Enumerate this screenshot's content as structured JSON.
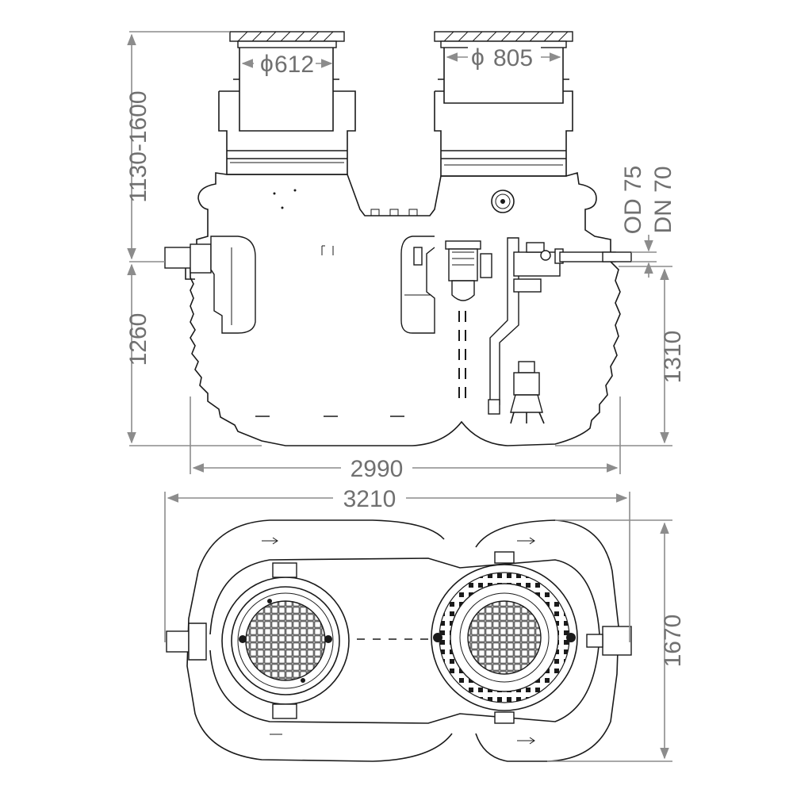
{
  "dimensions": {
    "left_cover_diameter": "612",
    "right_cover_diameter": "805",
    "height_upper": "1130-1600",
    "height_lower_left": "1260",
    "height_lower_right": "1310",
    "pipe_od": "OD 75",
    "pipe_dn": "DN 70",
    "length_body": "2990",
    "length_total": "3210",
    "width_total": "1670"
  },
  "symbols": {
    "diameter_symbol": "ϕ"
  }
}
